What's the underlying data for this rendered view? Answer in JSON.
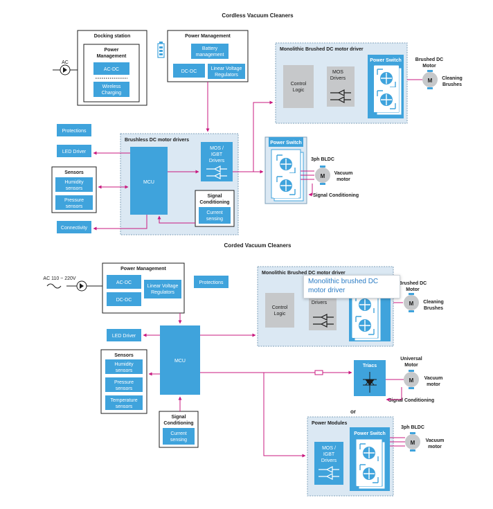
{
  "colors": {
    "blue": "#3fa3dc",
    "panel": "#dbe8f3",
    "panel_border": "#7e9fb8",
    "gray": "#c6c8ca",
    "wire": "#c8197f",
    "dark": "#1b1b1b"
  },
  "cordless": {
    "title": "Cordless Vacuum Cleaners",
    "ac": "AC",
    "docking": {
      "title": "Docking station",
      "pm_title_1": "Power",
      "pm_title_2": "Management",
      "acdc": "AC-DC",
      "wireless_1": "Wireless",
      "wireless_2": "Charging"
    },
    "pm": {
      "title": "Power Management",
      "battery_1": "Battery",
      "battery_2": "management",
      "dcdc": "DC-DC",
      "lvr_1": "Linear Voltage",
      "lvr_2": "Regulators"
    },
    "protections": "Protections",
    "led": "LED Driver",
    "sensors": {
      "title": "Sensors",
      "humidity_1": "Humidity",
      "humidity_2": "sensors",
      "pressure_1": "Pressure",
      "pressure_2": "sensors"
    },
    "connectivity": "Connectivity",
    "bldc_panel": {
      "title": "Brushless DC motor drivers",
      "mcu": "MCU",
      "mos_1": "MOS /",
      "mos_2": "IGBT",
      "mos_3": "Drivers",
      "sig_1": "Signal",
      "sig_2": "Conditioning",
      "cs_1": "Current",
      "cs_2": "sensing"
    },
    "power_switch": "Power Switch",
    "bldc": {
      "label": "3ph BLDC",
      "motor": "M",
      "vac_1": "Vacuum",
      "vac_2": "motor",
      "sigcond": "Signal Conditioning"
    },
    "mono": {
      "title": "Monolithic Brushed DC motor driver",
      "control_1": "Control",
      "control_2": "Logic",
      "mos_1": "MOS",
      "mos_2": "Drivers",
      "power_switch": "Power Switch"
    },
    "brushed": {
      "label_1": "Brushed DC",
      "label_2": "Motor",
      "motor": "M",
      "clean_1": "Cleaning",
      "clean_2": "Brushes"
    }
  },
  "corded": {
    "title": "Corded Vacuum Cleaners",
    "ac": "AC 110 ~ 220V",
    "pm": {
      "title": "Power Management",
      "acdc": "AC-DC",
      "dcdc": "DC-DC",
      "lvr_1": "Linear Voltage",
      "lvr_2": "Regulators"
    },
    "protections": "Protections",
    "led": "LED Driver",
    "mcu": "MCU",
    "sensors": {
      "title": "Sensors",
      "humidity_1": "Humidity",
      "humidity_2": "sensors",
      "pressure_1": "Pressure",
      "pressure_2": "sensors",
      "temp_1": "Temperature",
      "temp_2": "sensors"
    },
    "sig": {
      "title_1": "Signal",
      "title_2": "Conditioning",
      "cs_1": "Current",
      "cs_2": "sensing"
    },
    "mono": {
      "title": "Monolithic Brushed DC motor driver",
      "control_1": "Control",
      "control_2": "Logic",
      "drivers": "Drivers"
    },
    "brushed": {
      "label_1": "Brushed DC",
      "label_2": "Motor",
      "motor": "M",
      "clean_1": "Cleaning",
      "clean_2": "Brushes"
    },
    "triacs": "Triacs",
    "universal": {
      "label_1": "Universal",
      "label_2": "Motor",
      "motor": "M",
      "vac_1": "Vacuum",
      "vac_2": "motor",
      "sigcond": "Signal Conditioning"
    },
    "or": "or",
    "modules": {
      "title": "Power Modules",
      "mos_1": "MOS /",
      "mos_2": "IGBT",
      "mos_3": "Drivers",
      "power_switch": "Power Switch"
    },
    "bldc": {
      "label": "3ph BLDC",
      "motor": "M",
      "vac_1": "Vacuum",
      "vac_2": "motor"
    }
  },
  "tooltip": "Monolithic brushed DC motor driver"
}
